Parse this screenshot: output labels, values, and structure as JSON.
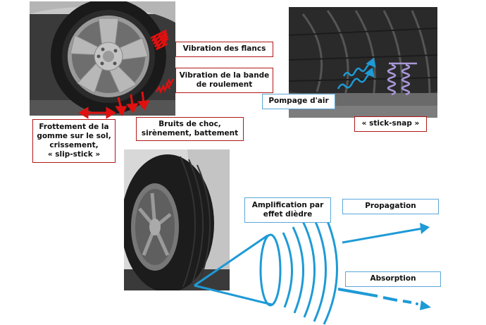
{
  "labels": {
    "flancs": "Vibration des flancs",
    "bande_line1": "Vibration de la bande",
    "bande_line2": "de roulement",
    "frottement_line1": "Frottement de la",
    "frottement_line2": "gomme sur le sol,",
    "frottement_line3": "crissement,",
    "frottement_line4": "« slip-stick »",
    "choc_line1": "Bruits de choc,",
    "choc_line2": "sirènement, battement",
    "pompage": "Pompage d'air",
    "stick_snap": "« stick-snap »",
    "amplification_line1": "Amplification par",
    "amplification_line2": "effet dièdre",
    "propagation": "Propagation",
    "absorption": "Absorption"
  },
  "colors": {
    "red_border": "#b01818",
    "red_arrow": "#e01010",
    "blue_border": "#5aa7d8",
    "blue_wave": "#1e9ad6",
    "lilac_spring": "#a898d8"
  },
  "icons": [
    "tire-wheel-photo",
    "tread-closeup-photo",
    "tire-mounted-photo",
    "sound-cone-icon",
    "arrow-icon"
  ]
}
